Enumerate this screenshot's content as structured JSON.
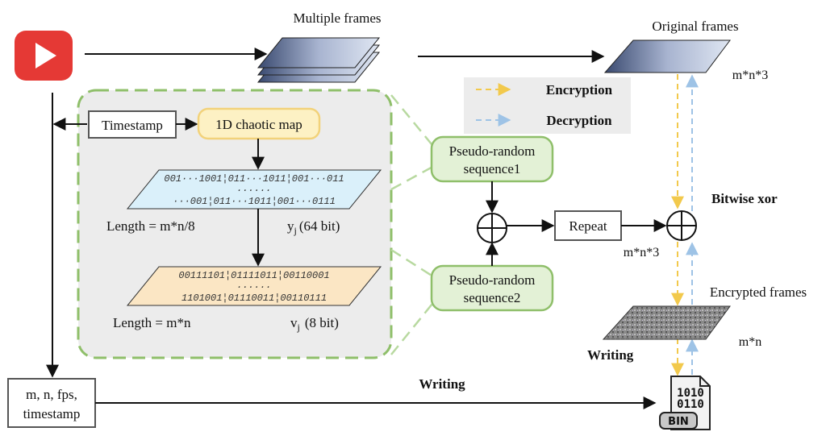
{
  "source": {
    "icon": "video-play-icon",
    "color": "#e53935"
  },
  "labels": {
    "multiple_frames": "Multiple frames",
    "original_frames": "Original frames",
    "original_size": "m*n*3",
    "timestamp": "Timestamp",
    "chaotic_map": "1D chaotic map",
    "seq_blue_line1": "001···1001¦011···1011¦001···011",
    "seq_blue_dots": "......",
    "seq_blue_line2": "···001¦011···1011¦001···0111",
    "length_y": "Length = m*n/8",
    "y_label": "y",
    "y_sub": "j",
    "y_bits": "(64 bit)",
    "seq_orange_line1": "00111101¦01111011¦00110001",
    "seq_orange_dots": "......",
    "seq_orange_line2": "1101001¦01110011¦00110111",
    "length_v": "Length = m*n",
    "v_label": "v",
    "v_sub": "j",
    "v_bits": "(8 bit)",
    "prs1_line1": "Pseudo-random",
    "prs1_line2": "sequence1",
    "prs2_line1": "Pseudo-random",
    "prs2_line2": "sequence2",
    "repeat": "Repeat",
    "repeat_size": "m*n*3",
    "bitwise_xor": "Bitwise xor",
    "encrypted_frames": "Encrypted frames",
    "encrypted_size": "m*n",
    "writing_frames": "Writing",
    "writing_meta": "Writing",
    "meta_line1": "m, n, fps,",
    "meta_line2": "timestamp",
    "bin_digits1": "1010",
    "bin_digits2": "0110",
    "bin_tag": "BIN"
  },
  "legend": {
    "encryption": "Encryption",
    "decryption": "Decryption",
    "encryption_color": "#f2c94c",
    "decryption_color": "#9ec3e6"
  },
  "colors": {
    "green": "#8fbf6a",
    "green_fill": "#e3f1d6",
    "yellow_fill": "#fdf1c4",
    "region_fill": "#ececec",
    "blue_seq_fill": "#daf0fa",
    "orange_seq_fill": "#fbe6c4"
  }
}
